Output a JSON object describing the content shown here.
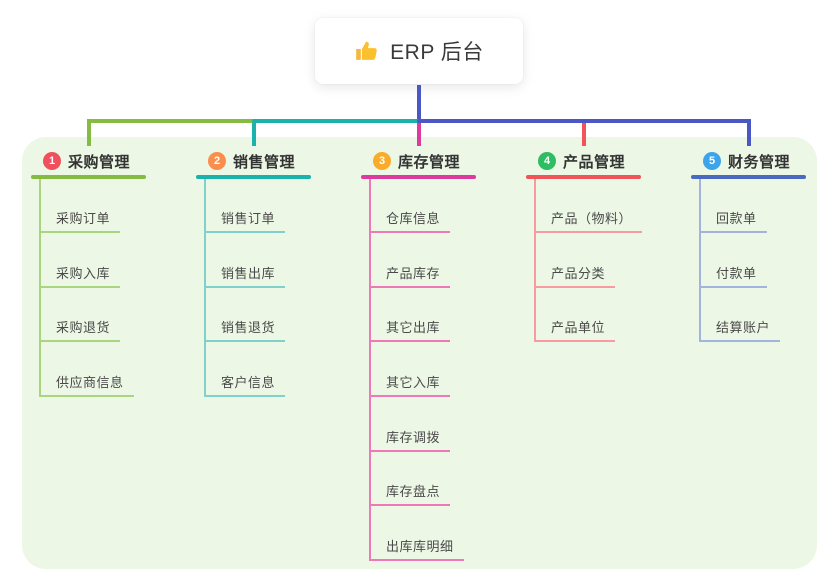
{
  "root": {
    "title": "ERP 后台",
    "icon": "thumbs-up-icon"
  },
  "connector": {
    "trunk_color": "#4a57c5"
  },
  "panel_color": "#ecf7e5",
  "branches": [
    {
      "number": "1",
      "title": "采购管理",
      "badge_color": "#f04f5c",
      "line_color": "#84bb40",
      "child_line_color": "#a9d57f",
      "children": [
        "采购订单",
        "采购入库",
        "采购退货",
        "供应商信息"
      ]
    },
    {
      "number": "2",
      "title": "销售管理",
      "badge_color": "#fb8d4d",
      "line_color": "#19b3ac",
      "child_line_color": "#7fd2cc",
      "children": [
        "销售订单",
        "销售出库",
        "销售退货",
        "客户信息"
      ]
    },
    {
      "number": "3",
      "title": "库存管理",
      "badge_color": "#fbab2a",
      "line_color": "#dc3a9e",
      "child_line_color": "#ef79b6",
      "children": [
        "仓库信息",
        "产品库存",
        "其它出库",
        "其它入库",
        "库存调拨",
        "库存盘点",
        "出库库明细"
      ]
    },
    {
      "number": "4",
      "title": "产品管理",
      "badge_color": "#2ebd62",
      "line_color": "#f25359",
      "child_line_color": "#f79ba0",
      "children": [
        "产品（物料）",
        "产品分类",
        "产品单位"
      ]
    },
    {
      "number": "5",
      "title": "财务管理",
      "badge_color": "#3ba4ea",
      "line_color": "#4a69c0",
      "child_line_color": "#a2b4de",
      "children": [
        "回款单",
        "付款单",
        "结算账户"
      ]
    }
  ]
}
